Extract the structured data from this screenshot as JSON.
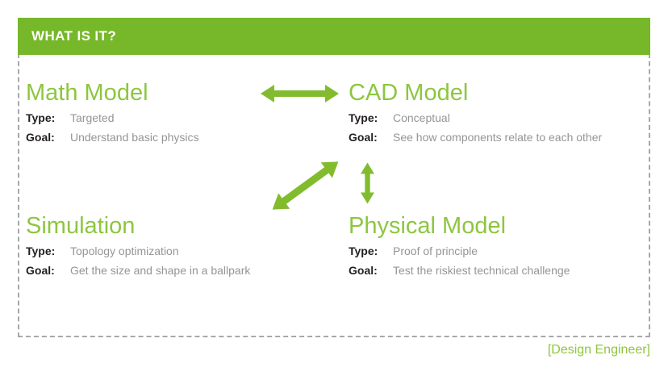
{
  "header": {
    "title": "WHAT IS IT?"
  },
  "labels": {
    "type": "Type:",
    "goal": "Goal:"
  },
  "quadrants": [
    {
      "id": "math-model",
      "title": "Math Model",
      "type": "Targeted",
      "goal": "Understand basic physics"
    },
    {
      "id": "cad-model",
      "title": "CAD Model",
      "type": "Conceptual",
      "goal": "See how components relate to each other"
    },
    {
      "id": "simulation",
      "title": "Simulation",
      "type": "Topology optimization",
      "goal": "Get the size and shape in a ballpark"
    },
    {
      "id": "physical-model",
      "title": "Physical Model",
      "type": "Proof of principle",
      "goal": "Test the riskiest technical challenge"
    }
  ],
  "arrows": [
    {
      "name": "math-cad-double-arrow",
      "direction": "horizontal"
    },
    {
      "name": "simulation-cad-double-arrow",
      "direction": "diagonal"
    },
    {
      "name": "cad-physical-double-arrow",
      "direction": "vertical"
    }
  ],
  "footer": {
    "credit": "[Design Engineer]"
  },
  "colors": {
    "bar_green": "#76B82A",
    "heading_green": "#8DC63F",
    "arrow_green": "#82BC2E",
    "label_dark": "#231F20",
    "value_gray": "#939598",
    "border_gray": "#A6A8AB"
  }
}
